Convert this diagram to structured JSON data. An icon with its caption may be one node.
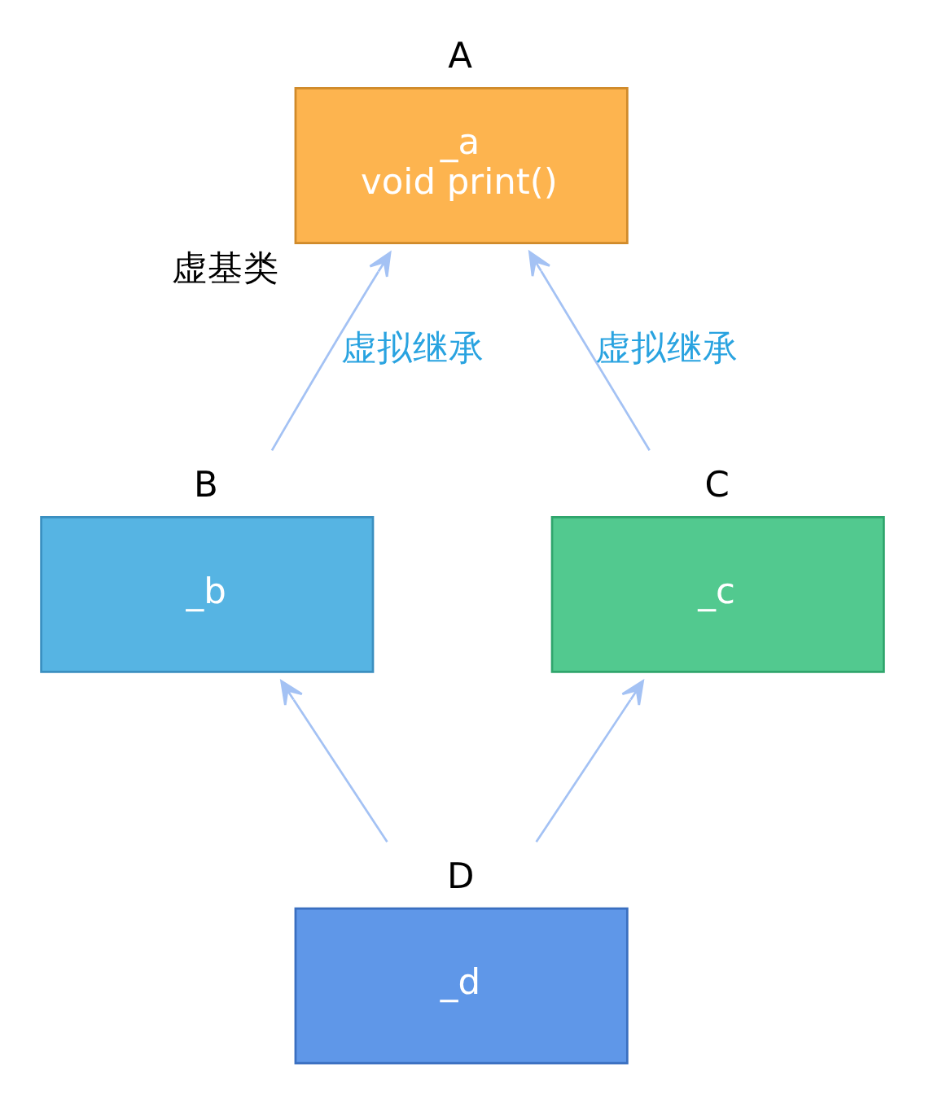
{
  "diagram": {
    "nodes": [
      {
        "text": [
          "A",
          "_a",
          "void print()"
        ],
        "beside": [
          "虚基类"
        ]
      },
      {
        "text": [
          "B",
          "_b"
        ]
      },
      {
        "text": [
          "C",
          "_c"
        ]
      },
      {
        "text": [
          "D",
          "_d"
        ]
      }
    ],
    "edges": [
      {
        "from": 1,
        "to": 0,
        "arrow": "to",
        "label": "虚拟继承"
      },
      {
        "from": 2,
        "to": 0,
        "arrow": "to",
        "label": "虚拟继承"
      },
      {
        "from": 3,
        "to": 1,
        "arrow": "to"
      },
      {
        "from": 3,
        "to": 2,
        "arrow": "to"
      }
    ]
  }
}
